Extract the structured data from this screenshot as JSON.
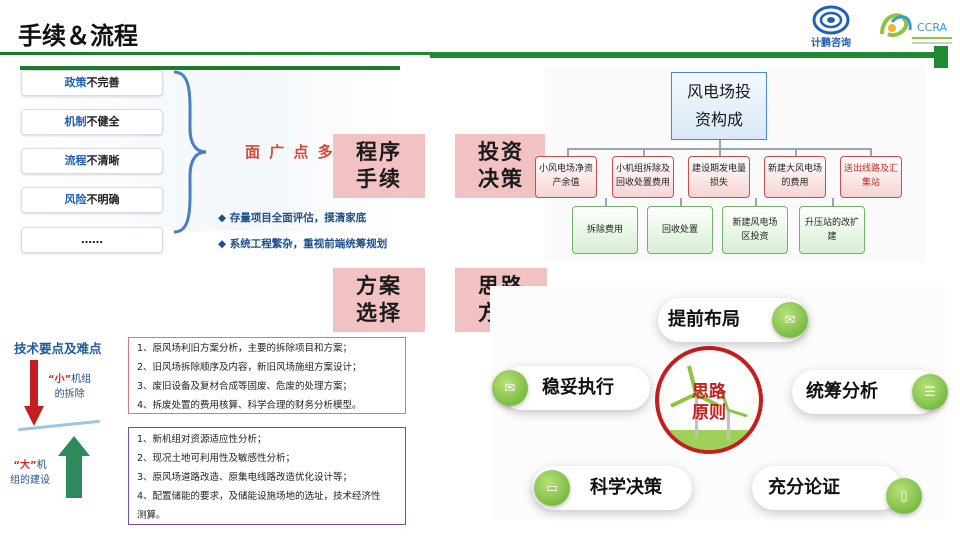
{
  "header": {
    "title": "手续＆流程",
    "logo1_text": "计鹏咨询",
    "logo2_text": "CCRA"
  },
  "problems": [
    {
      "key": "政策",
      "rest": "不完善"
    },
    {
      "key": "机制",
      "rest": "不健全"
    },
    {
      "key": "流程",
      "rest": "不清晰"
    },
    {
      "key": "风险",
      "rest": "不明确"
    },
    {
      "key": "",
      "rest": "……"
    }
  ],
  "mianguang": "面 广 点 多",
  "bullets": [
    "◆ 存量项目全面评估，摸清家底",
    "◆ 系统工程繁杂，重视前端统筹规划"
  ],
  "labels": {
    "chengxu": [
      "程序",
      "手续"
    ],
    "touzi": [
      "投资",
      "决策"
    ],
    "fangan": [
      "方案",
      "选择"
    ],
    "silu": [
      "思路",
      "方法"
    ]
  },
  "tree": {
    "root": [
      "风电场投",
      "资构成"
    ],
    "level1": [
      [
        "小风电场净资",
        "产余值"
      ],
      [
        "小机组拆除及",
        "回收处置费用"
      ],
      [
        "建设期发电量",
        "损失"
      ],
      [
        "新建大风电场",
        "的费用"
      ],
      [
        "送出线路及汇",
        "集站"
      ]
    ],
    "level2": [
      [
        "拆除费用"
      ],
      [
        "回收处置"
      ],
      [
        "新建风电场",
        "区投资"
      ],
      [
        "升压站的改扩",
        "建"
      ]
    ]
  },
  "tech": {
    "title": "技术要点及难点",
    "small": {
      "q": "“小”",
      "a": "机组",
      "b": "的拆除"
    },
    "big": {
      "q": "“大”",
      "a": "机",
      "b": "组的建设"
    },
    "boxA": [
      "1、原风场利旧方案分析，主要的拆除项目和方案；",
      "2、旧风场拆除顺序及内容，新旧风场施组方案设计；",
      "3、废旧设备及复材合成等固废、危废的处理方案；",
      "4、拆废处置的费用核算、科学合理的财务分析模型。"
    ],
    "boxB": [
      "1、新机组对资源适应性分析；",
      "2、现况土地可利用性及敏感性分析；",
      "3、原风场道路改造、原集电线路改造优化设计等；",
      "4、配置储能的要求，及储能设施场地的选址，技术经济性",
      "测算。"
    ]
  },
  "methods": {
    "center": [
      "思路",
      "原则"
    ],
    "items": [
      "提前布局",
      "稳妥执行",
      "统筹分析",
      "科学决策",
      "充分论证"
    ]
  },
  "colors": {
    "accent_green": "#1f8a33",
    "pink": "#f2c1c1",
    "red": "#c41e1e",
    "blue": "#1f5fb8"
  }
}
